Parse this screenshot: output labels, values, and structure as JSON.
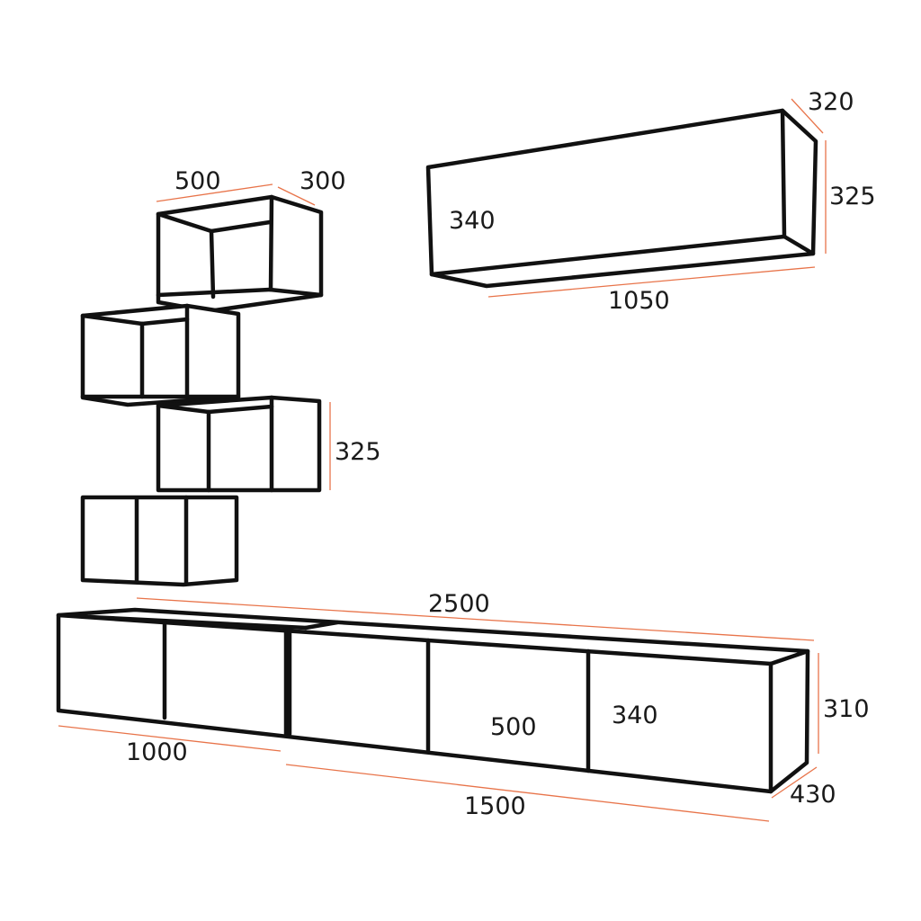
{
  "colors": {
    "outline": "#111111",
    "dimension_line": "#e8744a",
    "background": "#ffffff"
  },
  "cubes": {
    "width": "500",
    "depth": "300",
    "height": "325"
  },
  "wall_shelf": {
    "depth": "320",
    "height_right": "325",
    "height_front": "340",
    "width": "1050"
  },
  "tv_unit": {
    "total_width": "2500",
    "height_side": "310",
    "height_front": "340",
    "compartment_width": "500",
    "depth": "430",
    "left_section_width": "1000",
    "right_section_width": "1500"
  }
}
